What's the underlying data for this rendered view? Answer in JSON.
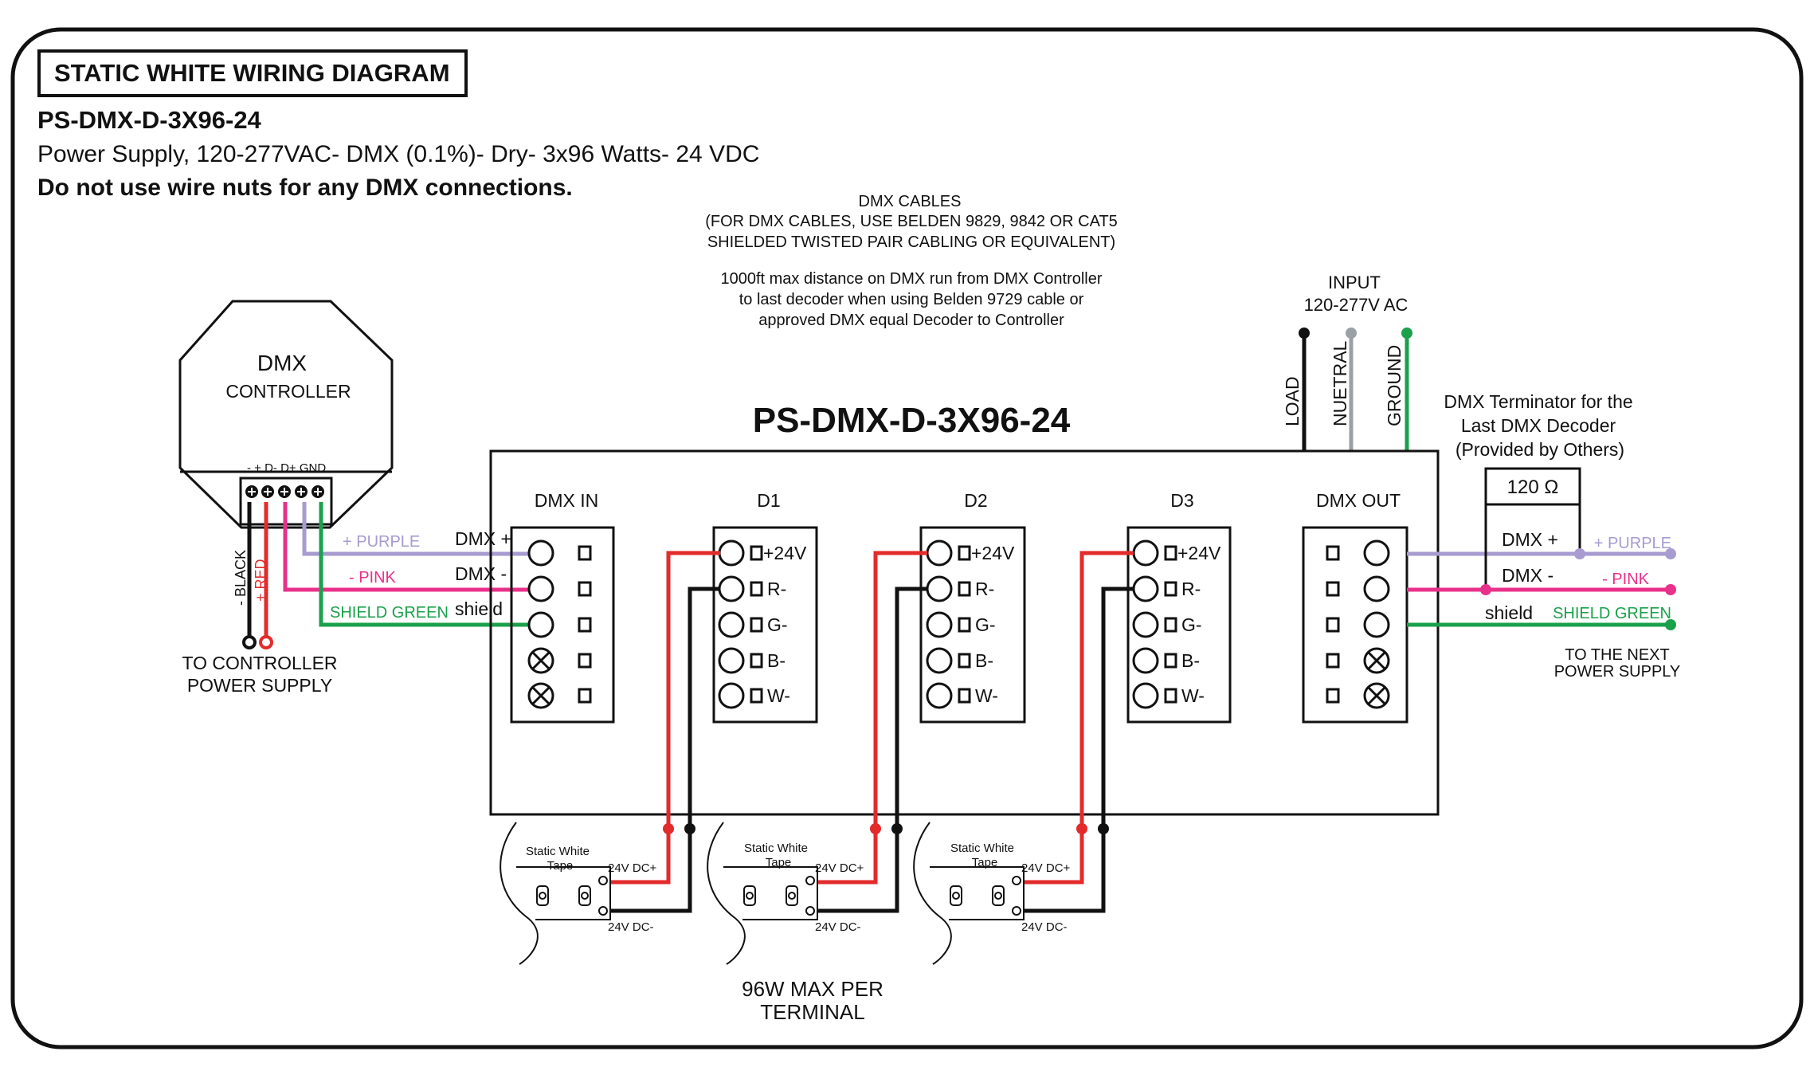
{
  "header": {
    "title": "STATIC WHITE WIRING DIAGRAM",
    "model": "PS-DMX-D-3X96-24",
    "description": "Power Supply, 120-277VAC- DMX (0.1%)- Dry- 3x96 Watts- 24 VDC",
    "warning": "Do not use wire nuts for any DMX connections."
  },
  "cables_note": {
    "line1": "DMX CABLES",
    "line2": "(FOR DMX CABLES, USE BELDEN 9829, 9842 OR CAT5",
    "line3": "SHIELDED TWISTED PAIR CABLING OR EQUIVALENT)",
    "line4": "1000ft max distance on DMX run from DMX Controller",
    "line5": "to last decoder when using Belden 9729 cable or",
    "line6": "approved DMX equal Decoder to Controller"
  },
  "controller": {
    "title1": "DMX",
    "title2": "CONTROLLER",
    "pins": "-  +  D- D+ GND",
    "black": "- BLACK",
    "red": "+ RED",
    "footer1": "TO CONTROLLER",
    "footer2": "POWER SUPPLY"
  },
  "input": {
    "line1": "INPUT",
    "line2": "120-277V AC",
    "load": "LOAD",
    "neutral": "NUETRAL",
    "ground": "GROUND"
  },
  "device": {
    "title": "PS-DMX-D-3X96-24",
    "dmx_in": "DMX IN",
    "dmx_out": "DMX OUT",
    "d1": "D1",
    "d2": "D2",
    "d3": "D3",
    "dmx_plus": "DMX +",
    "dmx_minus": "DMX -",
    "shield": "shield",
    "pin_24v": "+24V",
    "pin_r": "R-",
    "pin_g": "G-",
    "pin_b": "B-",
    "pin_w": "W-"
  },
  "wires": {
    "purple": "+ PURPLE",
    "pink": "- PINK",
    "green": "SHIELD GREEN"
  },
  "terminator": {
    "line1": "DMX Terminator for the",
    "line2": "Last DMX Decoder",
    "line3": "(Provided by Others)",
    "resistor": "120 Ω",
    "dmx_plus": "DMX +",
    "dmx_minus": "DMX -",
    "shield": "shield",
    "next1": "TO THE NEXT",
    "next2": "POWER SUPPLY"
  },
  "tape": {
    "label1": "Static White",
    "label2": "Tape",
    "dc_plus": "24V DC+",
    "dc_minus": "24V DC-"
  },
  "footer": {
    "line1": "96W MAX PER",
    "line2": "TERMINAL"
  },
  "colors": {
    "purple": "#a79bd0",
    "pink": "#e8318a",
    "green": "#1aa14b",
    "red": "#e32b2b",
    "gray": "#9aa0a6",
    "black": "#111111"
  }
}
